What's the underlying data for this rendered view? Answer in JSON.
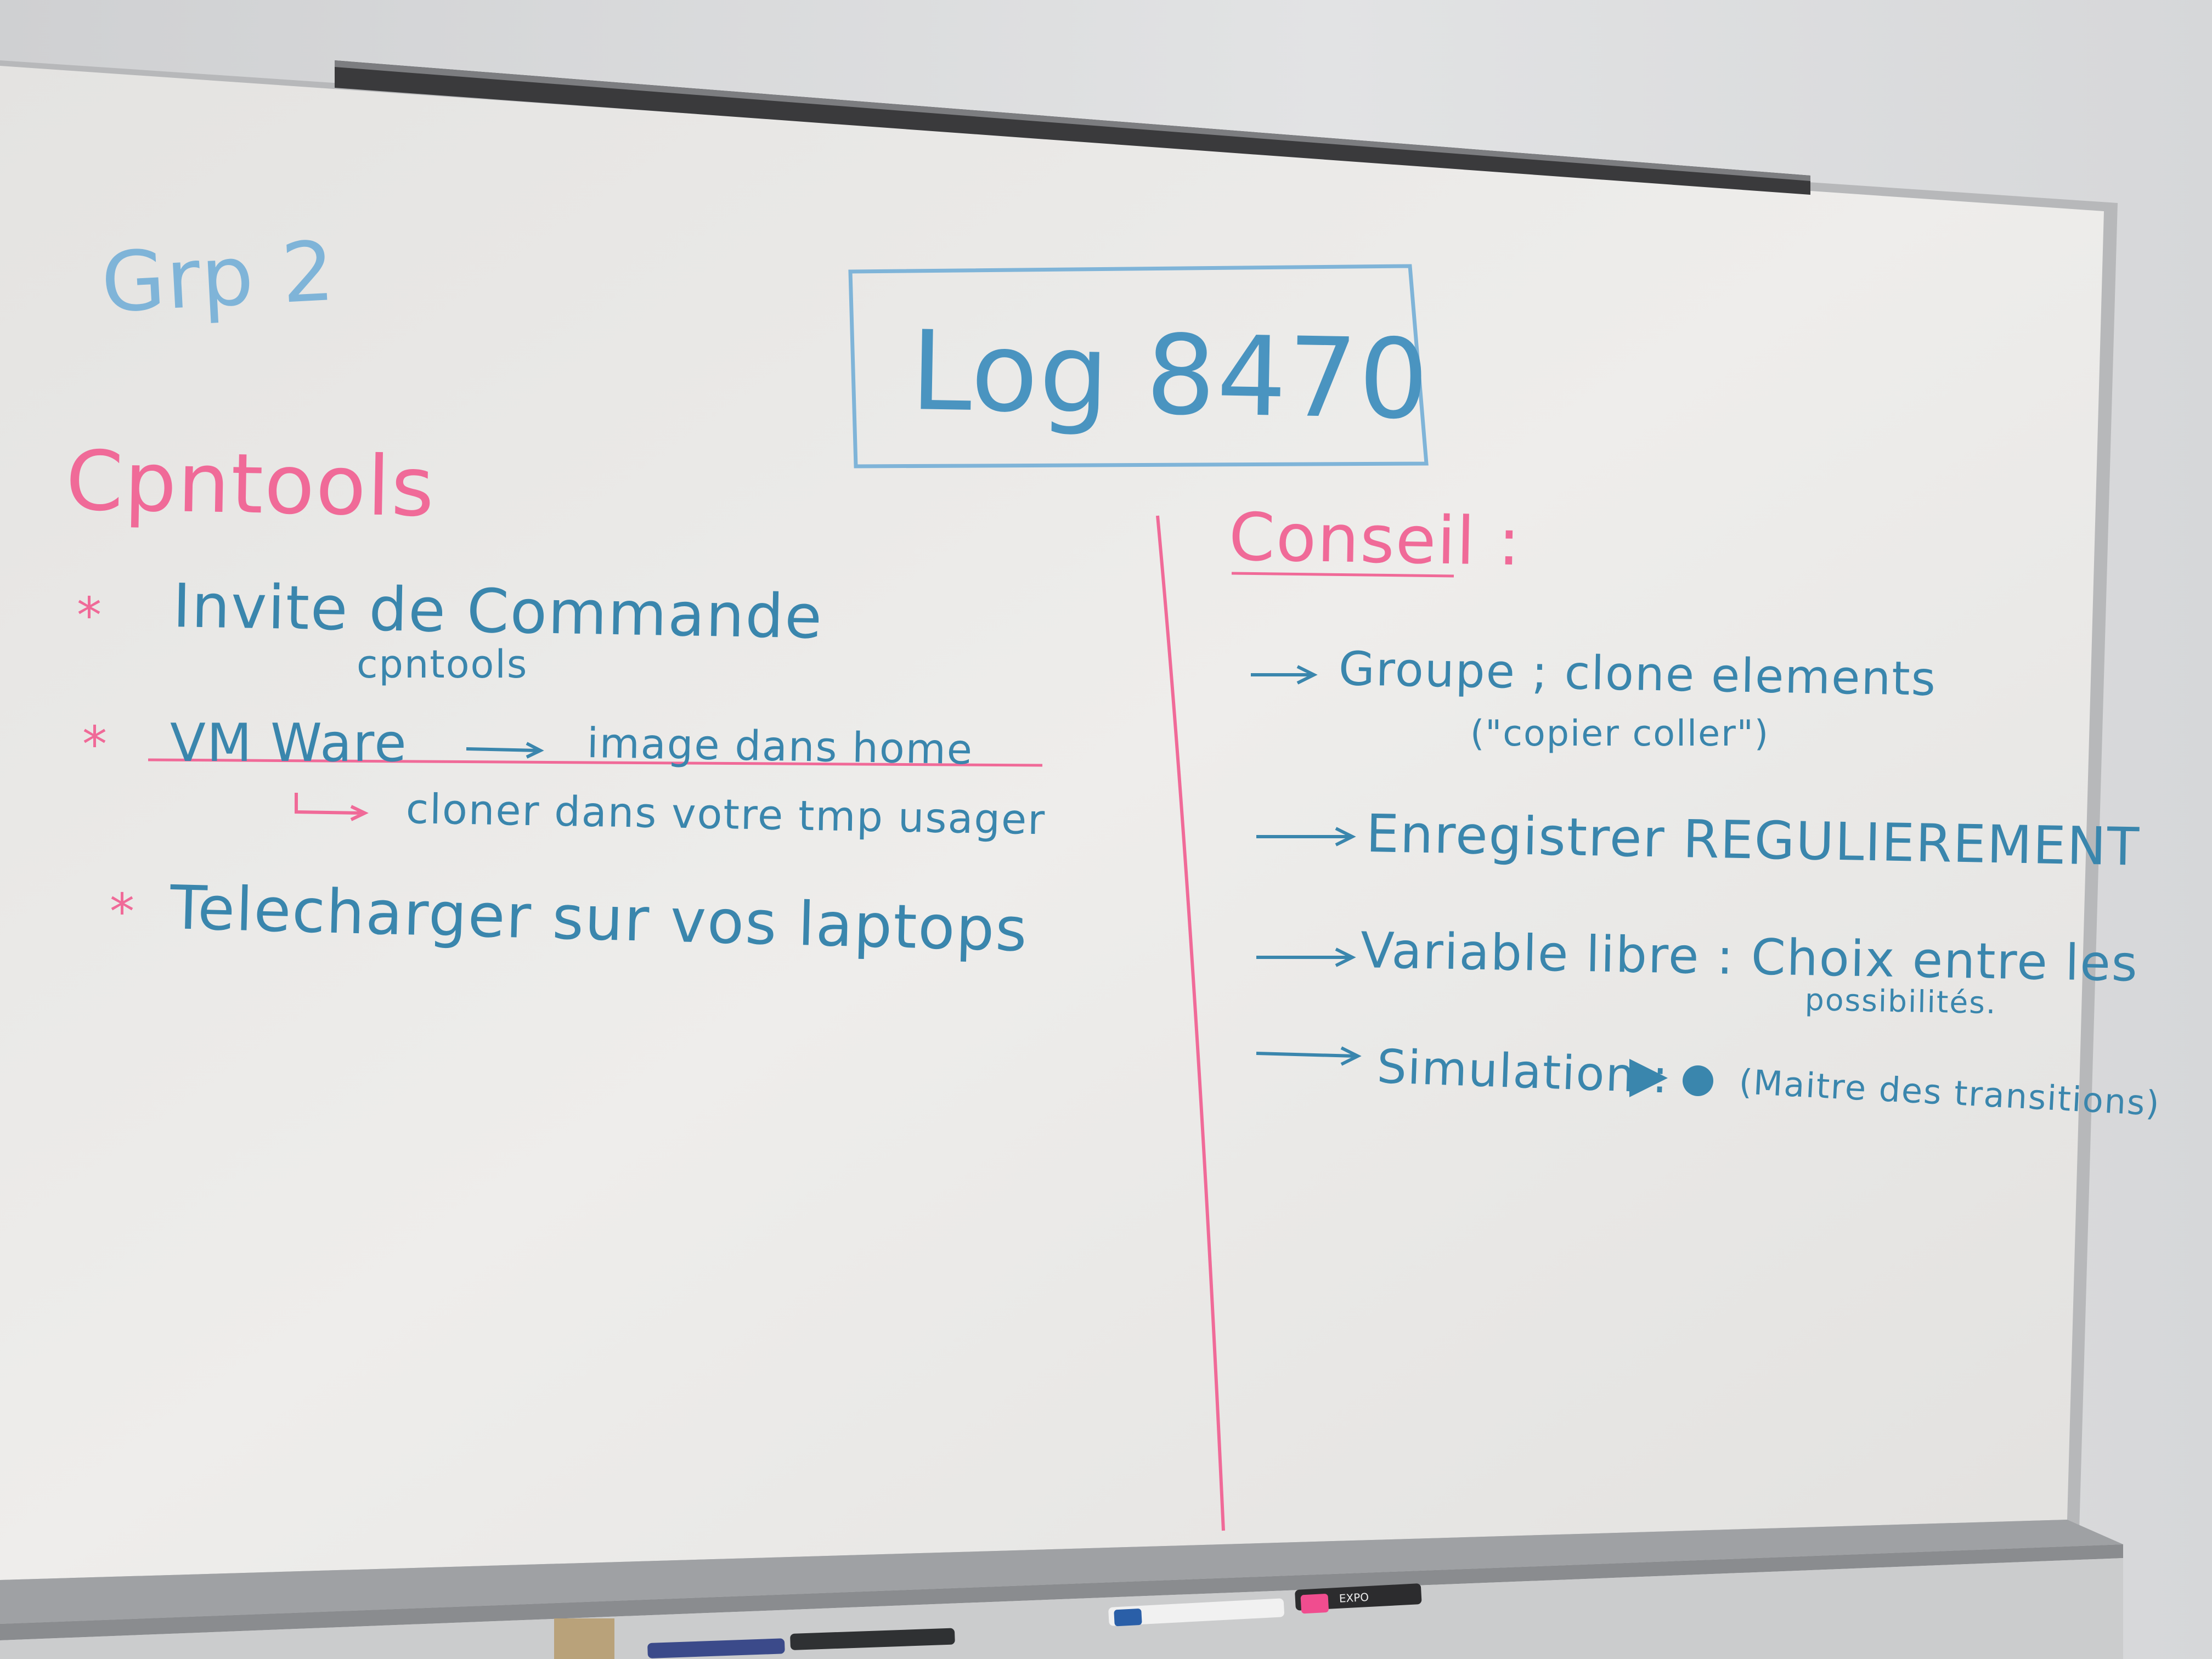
{
  "board": {
    "group": "Grp 2",
    "course": "Log 8470",
    "left": {
      "heading": "Cpntools",
      "bullet": "*",
      "items": [
        {
          "line1": "Invite de Commande",
          "line2": "cpntools"
        },
        {
          "line1": "VM Ware",
          "arrow_text": "image dans home",
          "line2": "cloner dans votre tmp usager"
        },
        {
          "line1": "Telecharger sur vos laptops"
        }
      ]
    },
    "right": {
      "heading": "Conseil :",
      "items": [
        {
          "line1": "Groupe  ; clone elements",
          "line2": "(\"copier coller\")"
        },
        {
          "line1": "Enregistrer REGULIEREMENT"
        },
        {
          "line1": "Variable libre : Choix entre les",
          "line2": "possibilités."
        },
        {
          "line1": "Simulation :",
          "line1b": "(Maitre des transitions)"
        }
      ]
    }
  },
  "marker_label": "EXPO",
  "colors": {
    "wall": "#d9dadb",
    "board": "#eceaea",
    "frame": "#b9babc",
    "marker_blue": "#3a86ad",
    "marker_pink": "#f06a98",
    "marker_light_blue": "#7fb4d8"
  }
}
